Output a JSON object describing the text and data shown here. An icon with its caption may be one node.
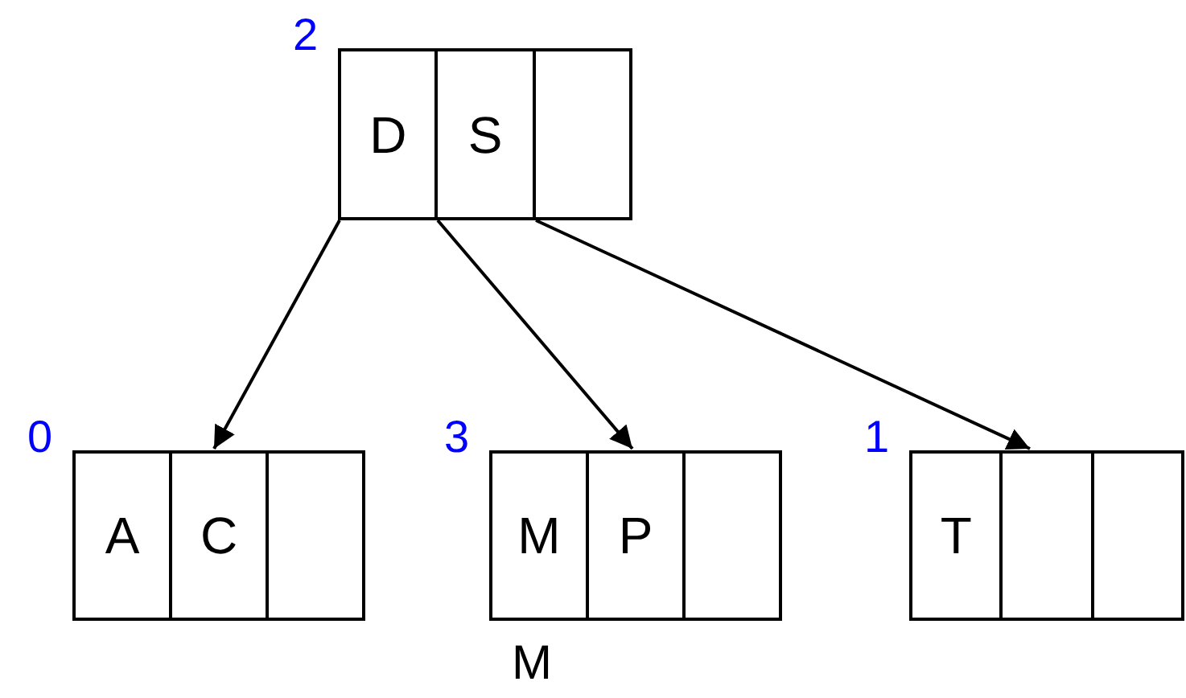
{
  "diagram": {
    "nodes": [
      {
        "text": [],
        "shape": "box",
        "beside": [
          "2"
        ]
      },
      {
        "text": [
          "D"
        ],
        "in": 0
      },
      {
        "text": [
          "S"
        ],
        "in": 0
      },
      {
        "text": [],
        "shape": "box",
        "in": 0
      },
      {
        "text": [],
        "shape": "box",
        "beside": [
          "0"
        ]
      },
      {
        "text": [
          "A"
        ],
        "in": 4
      },
      {
        "text": [
          "C"
        ],
        "in": 4
      },
      {
        "text": [],
        "shape": "box",
        "in": 4
      },
      {
        "text": [],
        "shape": "box",
        "beside": [
          "3"
        ]
      },
      {
        "text": [
          "M"
        ],
        "in": 8
      },
      {
        "text": [
          "P"
        ],
        "in": 8
      },
      {
        "text": [],
        "shape": "box",
        "in": 8
      },
      {
        "text": [],
        "shape": "box",
        "beside": [
          "1"
        ]
      },
      {
        "text": [
          "T"
        ],
        "in": 12
      },
      {
        "text": [],
        "shape": "box",
        "in": 12
      },
      {
        "text": [],
        "shape": "box",
        "in": 12
      }
    ],
    "edges": [
      {
        "from": 0,
        "to": 4,
        "arrow": "to"
      },
      {
        "from": 0,
        "to": 8,
        "arrow": "to"
      },
      {
        "from": 0,
        "to": 12,
        "arrow": "to"
      }
    ],
    "labels": [
      "M"
    ]
  }
}
